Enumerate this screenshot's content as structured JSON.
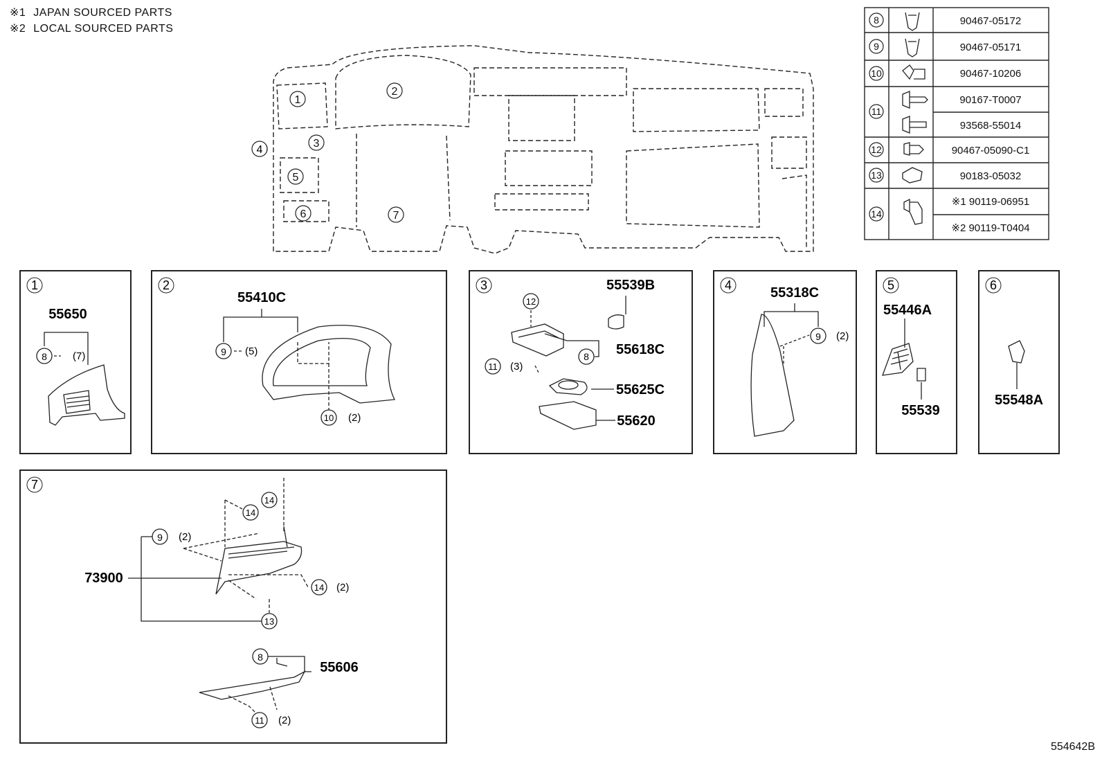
{
  "notes": [
    {
      "mark": "※1",
      "text": "JAPAN SOURCED PARTS"
    },
    {
      "mark": "※2",
      "text": "LOCAL SOURCED PARTS"
    }
  ],
  "fastener_table": [
    {
      "ref": "8",
      "icon": "clip-icon",
      "parts": [
        "90467-05172"
      ]
    },
    {
      "ref": "9",
      "icon": "clip-icon",
      "parts": [
        "90467-05171"
      ]
    },
    {
      "ref": "10",
      "icon": "push-clip-icon",
      "parts": [
        "90467-10206"
      ]
    },
    {
      "ref": "11",
      "icon": "screw-icon",
      "parts": [
        "90167-T0007",
        "93568-55014"
      ]
    },
    {
      "ref": "12",
      "icon": "pin-clip-icon",
      "parts": [
        "90467-05090-C1"
      ]
    },
    {
      "ref": "13",
      "icon": "nut-icon",
      "parts": [
        "90183-05032"
      ]
    },
    {
      "ref": "14",
      "icon": "bolt-icon",
      "parts": [
        "※1 90119-06951",
        "※2 90119-T0404"
      ]
    }
  ],
  "overview_callouts": [
    "1",
    "2",
    "3",
    "4",
    "5",
    "6",
    "7"
  ],
  "panels": {
    "p1": {
      "num": "1",
      "parts": [
        "55650"
      ],
      "callouts": [
        {
          "ref": "8",
          "qty": "(7)"
        }
      ]
    },
    "p2": {
      "num": "2",
      "parts": [
        "55410C"
      ],
      "callouts": [
        {
          "ref": "9",
          "qty": "(5)"
        },
        {
          "ref": "10",
          "qty": "(2)"
        }
      ]
    },
    "p3": {
      "num": "3",
      "parts": [
        "55539B",
        "55618C",
        "55625C",
        "55620"
      ],
      "callouts": [
        {
          "ref": "12",
          "qty": ""
        },
        {
          "ref": "8",
          "qty": ""
        },
        {
          "ref": "11",
          "qty": "(3)"
        }
      ]
    },
    "p4": {
      "num": "4",
      "parts": [
        "55318C"
      ],
      "callouts": [
        {
          "ref": "9",
          "qty": "(2)"
        }
      ]
    },
    "p5": {
      "num": "5",
      "parts": [
        "55446A",
        "55539"
      ],
      "callouts": []
    },
    "p6": {
      "num": "6",
      "parts": [
        "55548A"
      ],
      "callouts": []
    },
    "p7": {
      "num": "7",
      "parts": [
        "73900",
        "55606"
      ],
      "callouts": [
        {
          "ref": "14",
          "qty": ""
        },
        {
          "ref": "14",
          "qty": ""
        },
        {
          "ref": "9",
          "qty": "(2)"
        },
        {
          "ref": "14",
          "qty": "(2)"
        },
        {
          "ref": "13",
          "qty": ""
        },
        {
          "ref": "8",
          "qty": ""
        },
        {
          "ref": "11",
          "qty": "(2)"
        }
      ]
    }
  },
  "diagram_id": "554642B"
}
